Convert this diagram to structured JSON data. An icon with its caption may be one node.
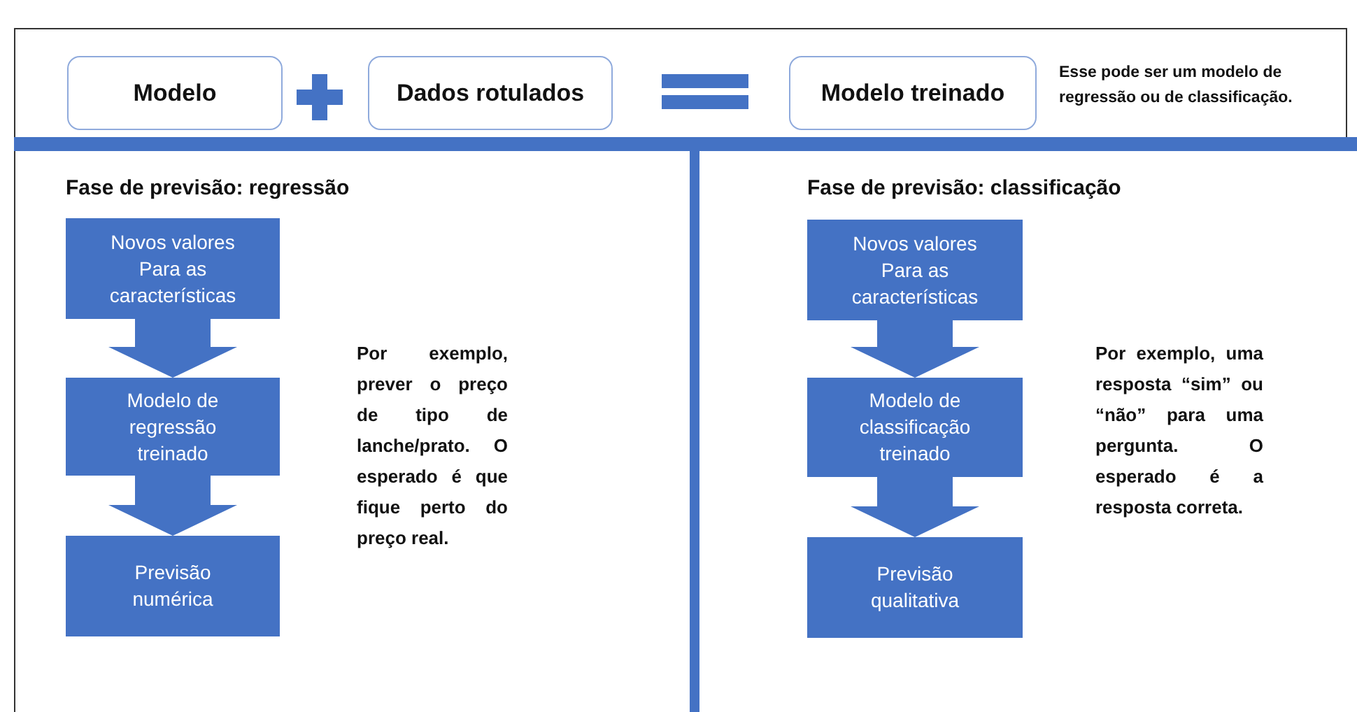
{
  "diagram": {
    "nodes": [
      {
        "text": [
          "Modelo"
        ]
      },
      {
        "text": [
          "Dados rotulados"
        ]
      },
      {
        "text": [
          "Modelo treinado"
        ],
        "beside": [
          "Esse pode ser um modelo de regressão ou de classificação."
        ]
      },
      {
        "text": [
          "Novos valores Para as características"
        ]
      },
      {
        "text": [
          "Modelo de regressão treinado"
        ]
      },
      {
        "text": [
          "Previsão numérica"
        ]
      },
      {
        "text": [
          "Novos valores Para as características"
        ]
      },
      {
        "text": [
          "Modelo de classificação treinado"
        ]
      },
      {
        "text": [
          "Previsão qualitativa"
        ]
      }
    ],
    "edges": [
      {
        "from": 3,
        "to": 4,
        "arrow": "to",
        "style": "thick"
      },
      {
        "from": 4,
        "to": 5,
        "arrow": "to",
        "style": "thick"
      },
      {
        "from": 6,
        "to": 7,
        "arrow": "to",
        "style": "thick"
      },
      {
        "from": 7,
        "to": 8,
        "arrow": "to",
        "style": "thick"
      }
    ],
    "labels": [
      "Fase de previsão: regressão",
      "Por exemplo, prever o preço de tipo de lanche/prato. O esperado é que fique perto do preço real.",
      "Fase de previsão: classificação",
      "Por exemplo, uma resposta “sim” ou “não” para uma pergunta. O esperado é a resposta correta."
    ]
  }
}
